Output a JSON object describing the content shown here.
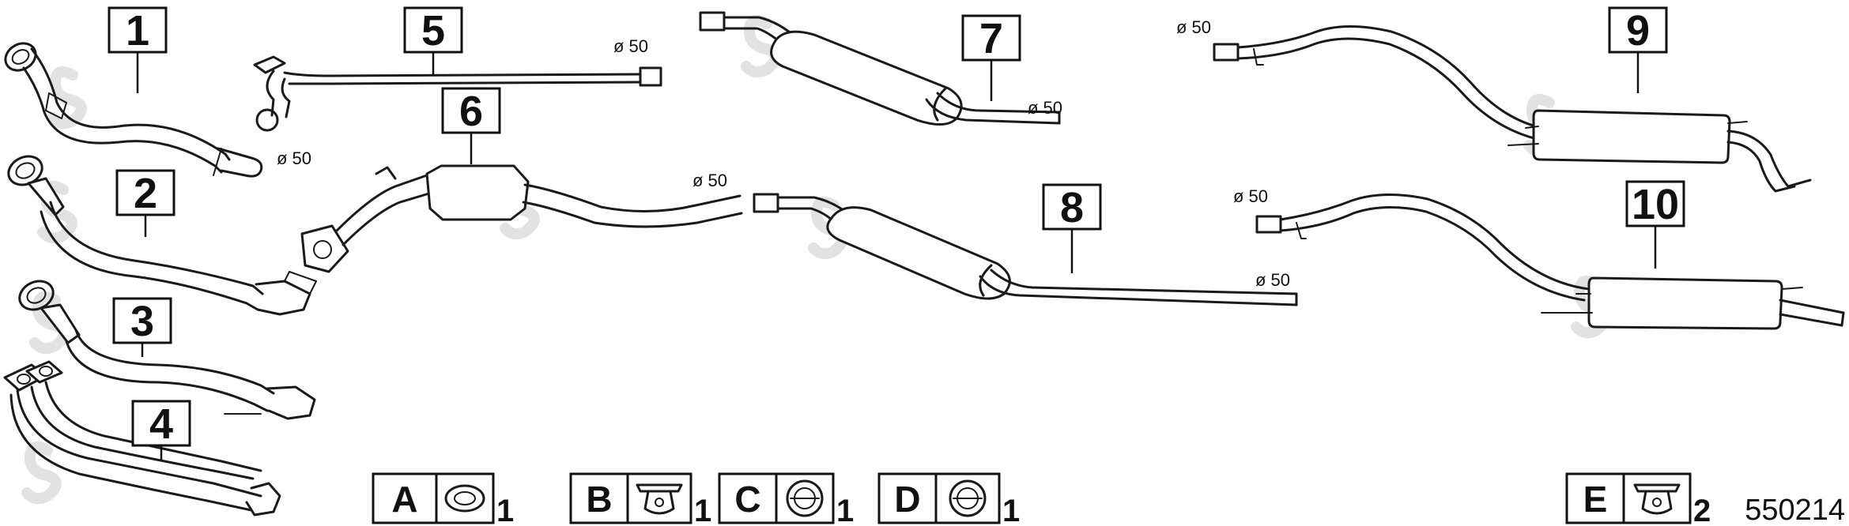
{
  "parts": [
    {
      "number": "1",
      "diameter": "ø 50"
    },
    {
      "number": "2",
      "diameter": ""
    },
    {
      "number": "3",
      "diameter": ""
    },
    {
      "number": "4",
      "diameter": ""
    },
    {
      "number": "5",
      "diameter": "ø 50"
    },
    {
      "number": "6",
      "diameter": "ø 50"
    },
    {
      "number": "7",
      "diameter": "ø 50"
    },
    {
      "number": "8",
      "diameter": "ø 50"
    },
    {
      "number": "9",
      "diameter": "ø 50"
    },
    {
      "number": "10",
      "diameter": "ø 50"
    }
  ],
  "accessories": [
    {
      "letter": "A",
      "quantity": "1",
      "icon": "gasket-ring-icon"
    },
    {
      "letter": "B",
      "quantity": "1",
      "icon": "hanger-bracket-icon"
    },
    {
      "letter": "C",
      "quantity": "1",
      "icon": "rubber-mount-icon"
    },
    {
      "letter": "D",
      "quantity": "1",
      "icon": "rubber-mount-icon"
    },
    {
      "letter": "E",
      "quantity": "2",
      "icon": "hanger-bracket-icon"
    }
  ],
  "drawing_number": "550214",
  "colors": {
    "line": "#1a1a1a",
    "watermark": "#e2e2e2",
    "background": "#ffffff"
  }
}
